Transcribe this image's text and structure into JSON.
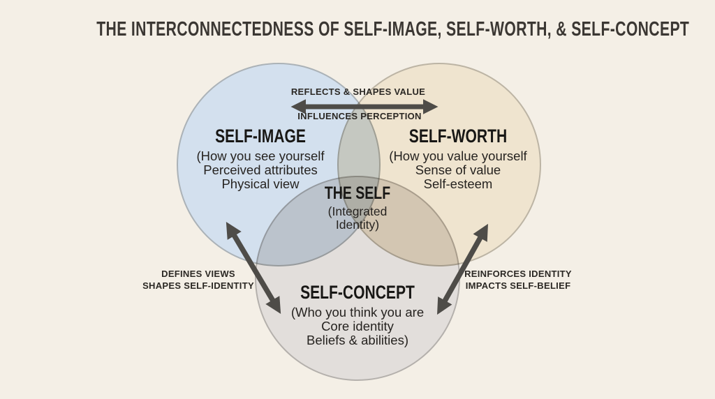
{
  "title": "THE INTERCONNECTEDNESS OF SELF-IMAGE, SELF-WORTH, & SELF-CONCEPT",
  "colors": {
    "background": "#f4efe6",
    "circle_self_image": "#cbdae9",
    "circle_self_worth": "#ecdfc8",
    "circle_self_concept": "#dcd8d5",
    "arrow": "#4e4c48",
    "title_text": "#3b3733",
    "heading_text": "#181715"
  },
  "venn": {
    "circles": [
      {
        "id": "self-image",
        "title": "SELF-IMAGE",
        "lines": [
          "(How you see yourself",
          "Perceived attributes",
          "Physical view"
        ]
      },
      {
        "id": "self-worth",
        "title": "SELF-WORTH",
        "lines": [
          "(How you value yourself",
          "Sense of value",
          "Self-esteem"
        ]
      },
      {
        "id": "self-concept",
        "title": "SELF-CONCEPT",
        "lines": [
          "(Who you think you are",
          "Core identity",
          "Beliefs & abilities)"
        ]
      }
    ],
    "center": {
      "title": "THE SELF",
      "lines": [
        "(Integrated",
        "Identity)"
      ]
    },
    "relationships": [
      {
        "id": "image-worth",
        "line1": "REFLECTS & SHAPES VALUE",
        "line2": "INFLUENCES PERCEPTION"
      },
      {
        "id": "image-concept",
        "line1": "DEFINES VIEWS",
        "line2": "SHAPES SELF-IDENTITY"
      },
      {
        "id": "worth-concept",
        "line1": "REINFORCES IDENTITY",
        "line2": "IMPACTS SELF-BELIEF"
      }
    ]
  }
}
